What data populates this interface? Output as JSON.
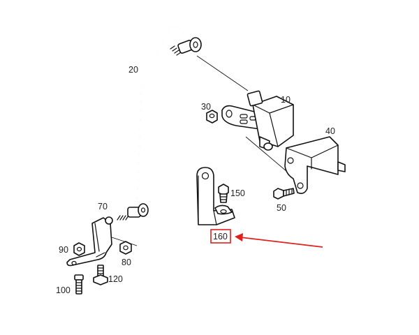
{
  "diagram": {
    "callouts": {
      "p10": "10",
      "p20": "20",
      "p30": "30",
      "p40": "40",
      "p50": "50",
      "p70": "70",
      "p80": "80",
      "p90": "90",
      "p100": "100",
      "p120": "120",
      "p150": "150",
      "p160": "160"
    },
    "highlighted_callout": "160",
    "colors": {
      "line": "#111111",
      "highlight": "#e0201c",
      "background": "#ffffff"
    }
  }
}
